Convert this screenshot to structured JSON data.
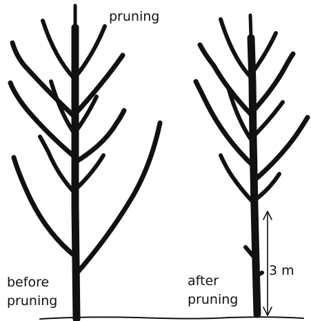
{
  "title": "pruning",
  "left_tree": {
    "label_line1": "before",
    "label_line2": "pruning"
  },
  "right_tree": {
    "label_line1": "after",
    "label_line2": "pruning"
  },
  "measurement": {
    "label": "3 m"
  },
  "colors": {
    "ink": "#111111",
    "background": "#ffffff"
  }
}
